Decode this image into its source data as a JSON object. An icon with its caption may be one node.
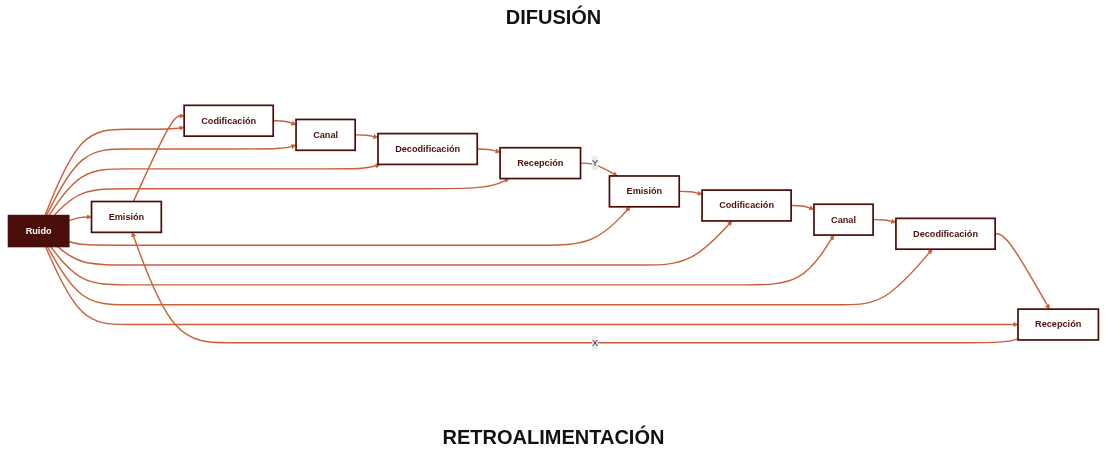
{
  "diagram": {
    "nodes": [
      {
        "text": [
          "Emisión"
        ]
      },
      {
        "text": [
          "Codificación"
        ]
      },
      {
        "text": [
          "Canal"
        ]
      },
      {
        "text": [
          "Decodificación"
        ]
      },
      {
        "text": [
          "Recepción"
        ]
      },
      {
        "text": [
          "Ruido"
        ]
      },
      {
        "text": [
          "Recepción"
        ]
      },
      {
        "text": [
          "Decodificación"
        ]
      },
      {
        "text": [
          "Canal"
        ]
      },
      {
        "text": [
          "Codificación"
        ]
      },
      {
        "text": [
          "Emisión"
        ]
      }
    ],
    "edges": [
      {
        "from": 0,
        "to": 1,
        "arrow": "to"
      },
      {
        "from": 1,
        "to": 2,
        "arrow": "to"
      },
      {
        "from": 2,
        "to": 3,
        "arrow": "to"
      },
      {
        "from": 3,
        "to": 4,
        "arrow": "to"
      },
      {
        "from": 4,
        "to": 10,
        "arrow": "to",
        "label": "Y"
      },
      {
        "from": 10,
        "to": 9,
        "arrow": "to"
      },
      {
        "from": 9,
        "to": 8,
        "arrow": "to"
      },
      {
        "from": 8,
        "to": 7,
        "arrow": "to"
      },
      {
        "from": 7,
        "to": 6,
        "arrow": "to"
      },
      {
        "from": 6,
        "to": 0,
        "arrow": "to",
        "label": "X"
      },
      {
        "from": 5,
        "to": 0,
        "arrow": "to"
      },
      {
        "from": 5,
        "to": 1,
        "arrow": "to"
      },
      {
        "from": 5,
        "to": 2,
        "arrow": "to"
      },
      {
        "from": 5,
        "to": 3,
        "arrow": "to"
      },
      {
        "from": 5,
        "to": 4,
        "arrow": "to"
      },
      {
        "from": 5,
        "to": 6,
        "arrow": "to"
      },
      {
        "from": 5,
        "to": 7,
        "arrow": "to"
      },
      {
        "from": 5,
        "to": 8,
        "arrow": "to"
      },
      {
        "from": 5,
        "to": 9,
        "arrow": "to"
      },
      {
        "from": 5,
        "to": 10,
        "arrow": "to"
      }
    ],
    "labels": [
      "DIFUSIÓN",
      "RETROALIMENTACIÓN"
    ]
  }
}
